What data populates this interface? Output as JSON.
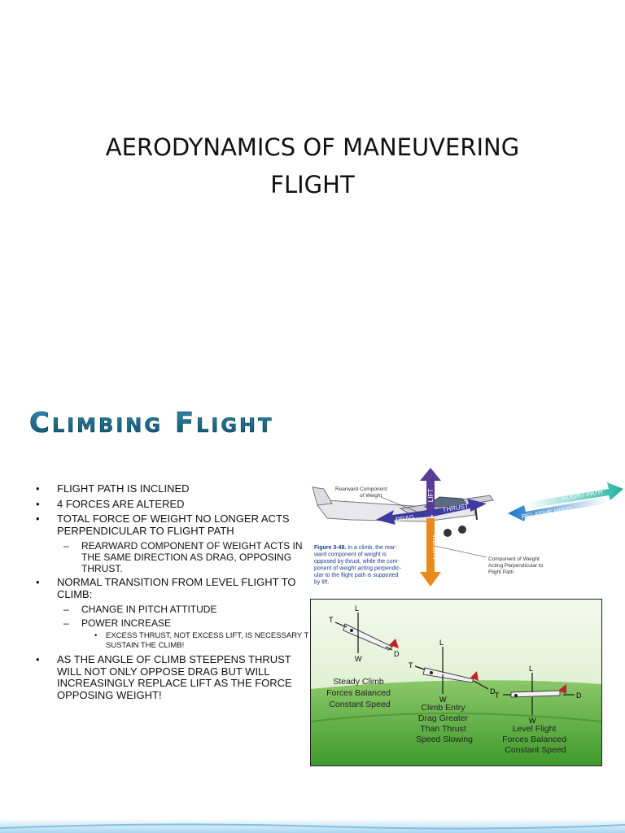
{
  "slide1": {
    "title_line1": "AERODYNAMICS OF MANEUVERING",
    "title_line2": "FLIGHT"
  },
  "slide2": {
    "heading": "Climbing Flight",
    "bullets": {
      "b1": "FLIGHT PATH IS INCLINED",
      "b2": "4 FORCES ARE ALTERED",
      "b3": "TOTAL FORCE OF WEIGHT NO LONGER ACTS PERPENDICULAR TO FLIGHT PATH",
      "b3_sub1": "REARWARD COMPONENT OF WEIGHT ACTS IN THE SAME DIRECTION AS DRAG, OPPOSING THRUST.",
      "b4": "NORMAL TRANSITION FROM LEVEL FLIGHT TO CLIMB:",
      "b4_sub1": "CHANGE IN PITCH ATTITUDE",
      "b4_sub2": "POWER INCREASE",
      "b4_sub2_sub1": "EXCESS THRUST, NOT EXCESS LIFT, IS NECESSARY T",
      "b4_sub2_sub2": "SUSTAIN THE CLIMB!",
      "b5": "AS THE ANGLE OF CLIMB STEEPENS THRUST WILL NOT ONLY OPPOSE DRAG BUT WILL INCREASINGLY  REPLACE LIFT AS THE FORCE OPPOSING WEIGHT!"
    },
    "figure1": {
      "label_rearward_1": "Rearward Component",
      "label_rearward_2": "of Weight",
      "lift": "LIFT",
      "drag": "DRAG",
      "thrust": "THRUST",
      "weight": "WEIGHT",
      "flight_path": "FLIGHT PATH",
      "relative_wind": "RELATIVE WIND",
      "caption_bold": "Figure 3-48.",
      "caption_lines": [
        " In a climb, the rear-",
        "ward component of weight is",
        "opposed by thrust, while the com-",
        "ponent of weight acting perpendic-",
        "ular to the flight path is supported",
        "by lift."
      ],
      "perp_label": [
        "Component of Weight",
        "Acting Perpendicular to",
        "Flight Path"
      ]
    },
    "figure2": {
      "steady": [
        "Steady Climb",
        "Forces Balanced",
        "Constant Speed"
      ],
      "entry": [
        "Climb Entry",
        "Drag Greater",
        "Than Thrust",
        "Speed Slowing"
      ],
      "level": [
        "Level Flight",
        "Forces Balanced",
        "Constant Speed"
      ],
      "force_letters": {
        "t": "T",
        "l": "L",
        "w": "W",
        "d": "D"
      }
    }
  },
  "colors": {
    "heading_fill": "#1b6a8a",
    "lift_arrow": "#5a3c96",
    "thrust_arrow": "#3f3aa0",
    "weight_arrow": "#e88a1c",
    "sky": "#d7ecc6",
    "grass": "#5fae3c"
  }
}
